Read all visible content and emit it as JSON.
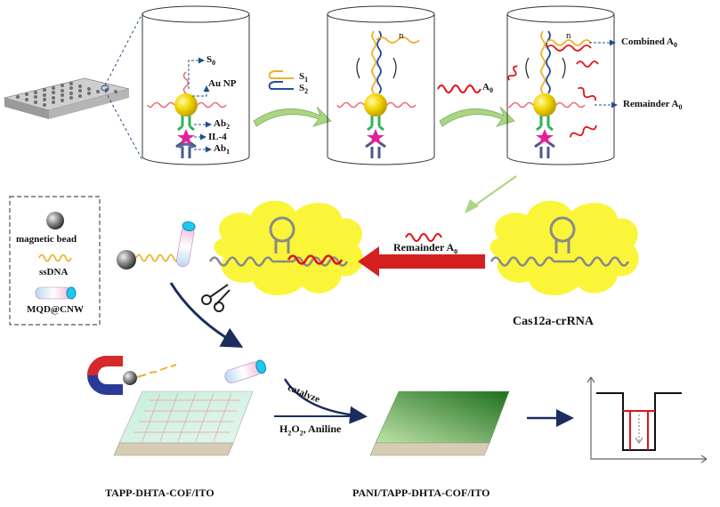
{
  "colors": {
    "cloud": "#fbf53a",
    "gold": "#f2d500",
    "dna_red": "#e0141b",
    "dna_yellow": "#f2b12a",
    "dna_grey": "#8a8a8a",
    "dash_blue": "#1f4f8f",
    "arrow_navy": "#1b2d5e",
    "arrow_green": "#9fce73",
    "arrow_red": "#d61f1f",
    "electrode_green": "#3e9a3a"
  },
  "labels": {
    "s0": "S",
    "s0_sub": "0",
    "au_np": "Au NP",
    "ab2": "Ab",
    "ab2_sub": "2",
    "il4": "IL-4",
    "ab1": "Ab",
    "ab1_sub": "1",
    "s1": "S",
    "s1_sub": "1",
    "s2": "S",
    "s2_sub": "2",
    "a0": "A",
    "a0_sub": "0",
    "n": "n",
    "combined": "Combined A",
    "combined_sub": "0",
    "remainder_side": "Remainder A",
    "remainder_side_sub": "0",
    "remainder_center": "Remainder A",
    "remainder_center_sub": "0",
    "cas12a": "Cas12a-crRNA",
    "legend_bead": "magnetic bead",
    "legend_ssdna": "ssDNA",
    "legend_mqd": "MQD@CNW",
    "catalyze": "catalyze",
    "h2o2": "H",
    "h2o2_sub1": "2",
    "h2o2_mid": "O",
    "h2o2_sub2": "2",
    "h2o2_rest": ", Aniline",
    "electrode1": "TAPP-DHTA-COF/ITO",
    "electrode2": "PANI/TAPP-DHTA-COF/ITO"
  }
}
